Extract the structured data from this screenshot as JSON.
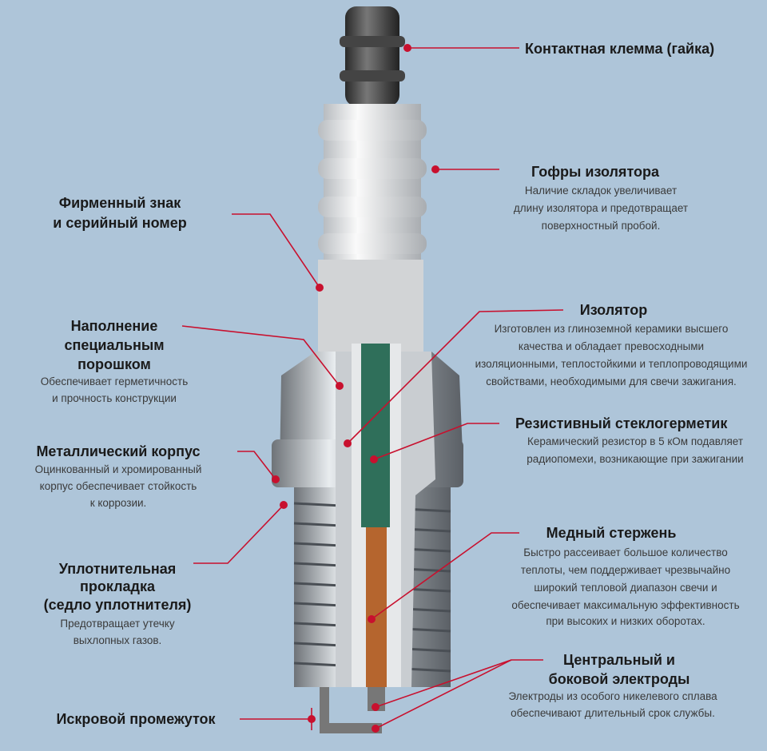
{
  "labels": {
    "terminal": {
      "title": "Контактная клемма (гайка)"
    },
    "ribs": {
      "title": "Гофры изолятора",
      "desc": [
        "Наличие складок увеличивает",
        "длину изолятора и предотвращает",
        "поверхностный пробой."
      ]
    },
    "brand": {
      "title": [
        "Фирменный знак",
        "и серийный номер"
      ]
    },
    "insulator": {
      "title": "Изолятор",
      "desc": [
        "Изготовлен из глиноземной керамики высшего",
        "качества и обладает превосходными",
        "изоляционными, теплостойкими и теплопроводящими",
        "свойствами, необходимыми для свечи зажигания."
      ]
    },
    "powder": {
      "title": [
        "Наполнение",
        "специальным",
        "порошком"
      ],
      "desc": [
        "Обеспечивает герметичность",
        "и прочность конструкции"
      ]
    },
    "resistor": {
      "title": "Резистивный стеклогерметик",
      "desc": [
        "Керамический резистор в 5 кОм подавляет",
        "радиопомехи, возникающие при зажигании"
      ]
    },
    "shell": {
      "title": "Металлический корпус",
      "desc": [
        "Оцинкованный и хромированный",
        "корпус обеспечивает стойкость",
        "к коррозии."
      ]
    },
    "copper": {
      "title": "Медный стержень",
      "desc": [
        "Быстро рассеивает большое количество",
        "теплоты, чем поддерживает чрезвычайно",
        "широкий тепловой диапазон свечи и",
        "обеспечивает максимальную эффективность",
        "при высоких и низких оборотах."
      ]
    },
    "gasket": {
      "title": [
        "Уплотнительная",
        "прокладка",
        "(седло уплотнителя)"
      ],
      "desc": [
        "Предотвращает утечку",
        "выхлопных газов."
      ]
    },
    "electrodes": {
      "title": [
        "Центральный и",
        "боковой электроды"
      ],
      "desc": [
        "Электроды из особого никелевого сплава",
        "обеспечивают длительный срок службы."
      ]
    },
    "gap": {
      "title": "Искровой промежуток"
    }
  },
  "colors": {
    "background": "#aec5d9",
    "leader": "#c8102e"
  }
}
